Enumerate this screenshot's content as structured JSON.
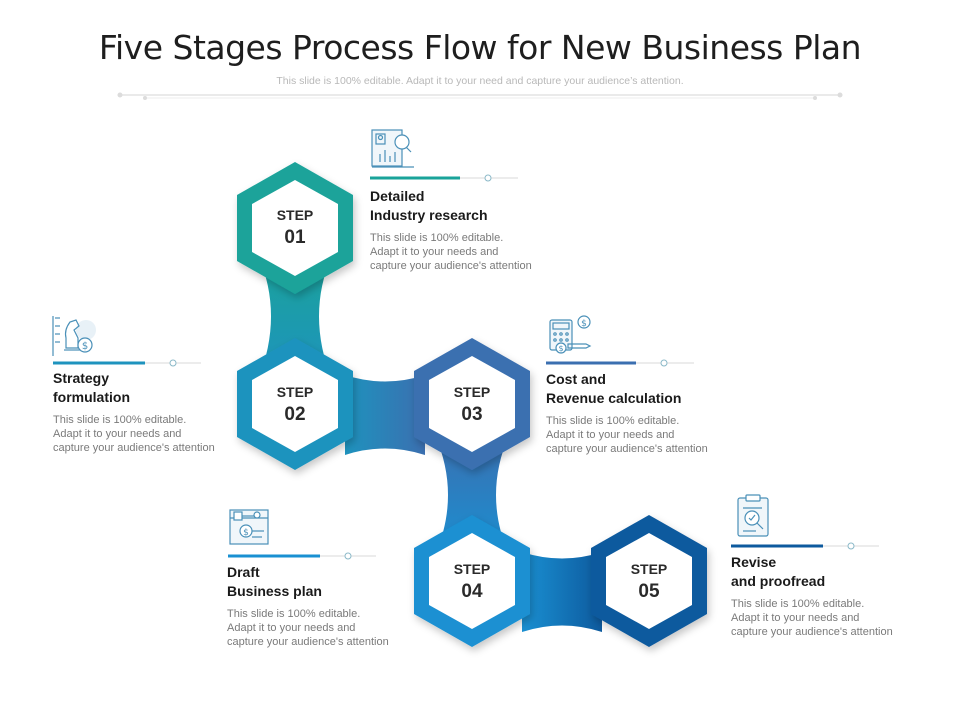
{
  "header": {
    "title": "Five Stages Process Flow for New Business Plan",
    "subtitle": "This slide is 100% editable. Adapt it to your need and capture your audience’s attention."
  },
  "steps": [
    {
      "label": "STEP",
      "number": "01",
      "color": "#1aa39a"
    },
    {
      "label": "STEP",
      "number": "02",
      "color": "#1e93be"
    },
    {
      "label": "STEP",
      "number": "03",
      "color": "#3b6fb0"
    },
    {
      "label": "STEP",
      "number": "04",
      "color": "#1a90d2"
    },
    {
      "label": "STEP",
      "number": "05",
      "color": "#0d5a9e"
    }
  ],
  "blocks": [
    {
      "heading_line1": "Detailed",
      "heading_line2": "Industry research",
      "body_line1": "This slide is 100% editable.",
      "body_line2": "Adapt it to your needs and",
      "body_line3": "capture your audience's attention",
      "icon": "research-report-icon",
      "accent": "#1aa39a"
    },
    {
      "heading_line1": "Strategy",
      "heading_line2": "formulation",
      "body_line1": "This slide is 100% editable.",
      "body_line2": "Adapt it to your needs and",
      "body_line3": "capture your audience's attention",
      "icon": "strategy-chess-icon",
      "accent": "#1e93be"
    },
    {
      "heading_line1": "Cost and",
      "heading_line2": "Revenue calculation",
      "body_line1": "This slide is 100% editable.",
      "body_line2": "Adapt it to your needs and",
      "body_line3": "capture your audience's attention",
      "icon": "calculator-icon",
      "accent": "#3b6fb0"
    },
    {
      "heading_line1": "Draft",
      "heading_line2": "Business plan",
      "body_line1": "This slide is 100% editable.",
      "body_line2": "Adapt it to your needs and",
      "body_line3": "capture your audience's attention",
      "icon": "business-plan-icon",
      "accent": "#1a90d2"
    },
    {
      "heading_line1": "Revise",
      "heading_line2": "and proofread",
      "body_line1": "This slide is 100% editable.",
      "body_line2": "Adapt it to your needs and",
      "body_line3": "capture your audience's attention",
      "icon": "proofread-clipboard-icon",
      "accent": "#0d5a9e"
    }
  ]
}
